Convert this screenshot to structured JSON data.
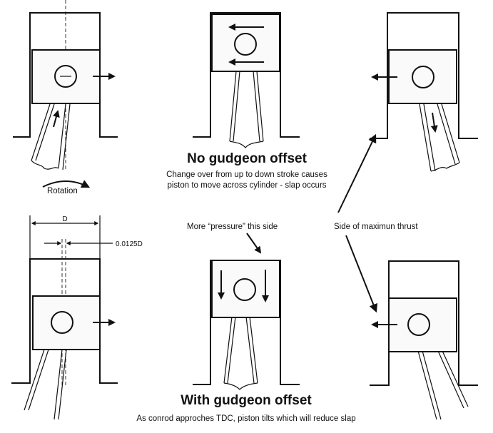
{
  "diagrams": {
    "no_offset": {
      "title": "No gudgeon offset",
      "caption_line1": "Change over from up to down stroke causes",
      "caption_line2": "piston to move across cylinder - slap occurs",
      "rotation_label": "Rotation"
    },
    "with_offset": {
      "title": "With gudgeon offset",
      "caption": "As conrod approches TDC, piston tilts which will reduce slap",
      "pressure_label": "More “pressure” this side",
      "dimension_label": "D",
      "offset_label": "0.0125D"
    },
    "thrust_label": "Side of maximun thrust"
  }
}
